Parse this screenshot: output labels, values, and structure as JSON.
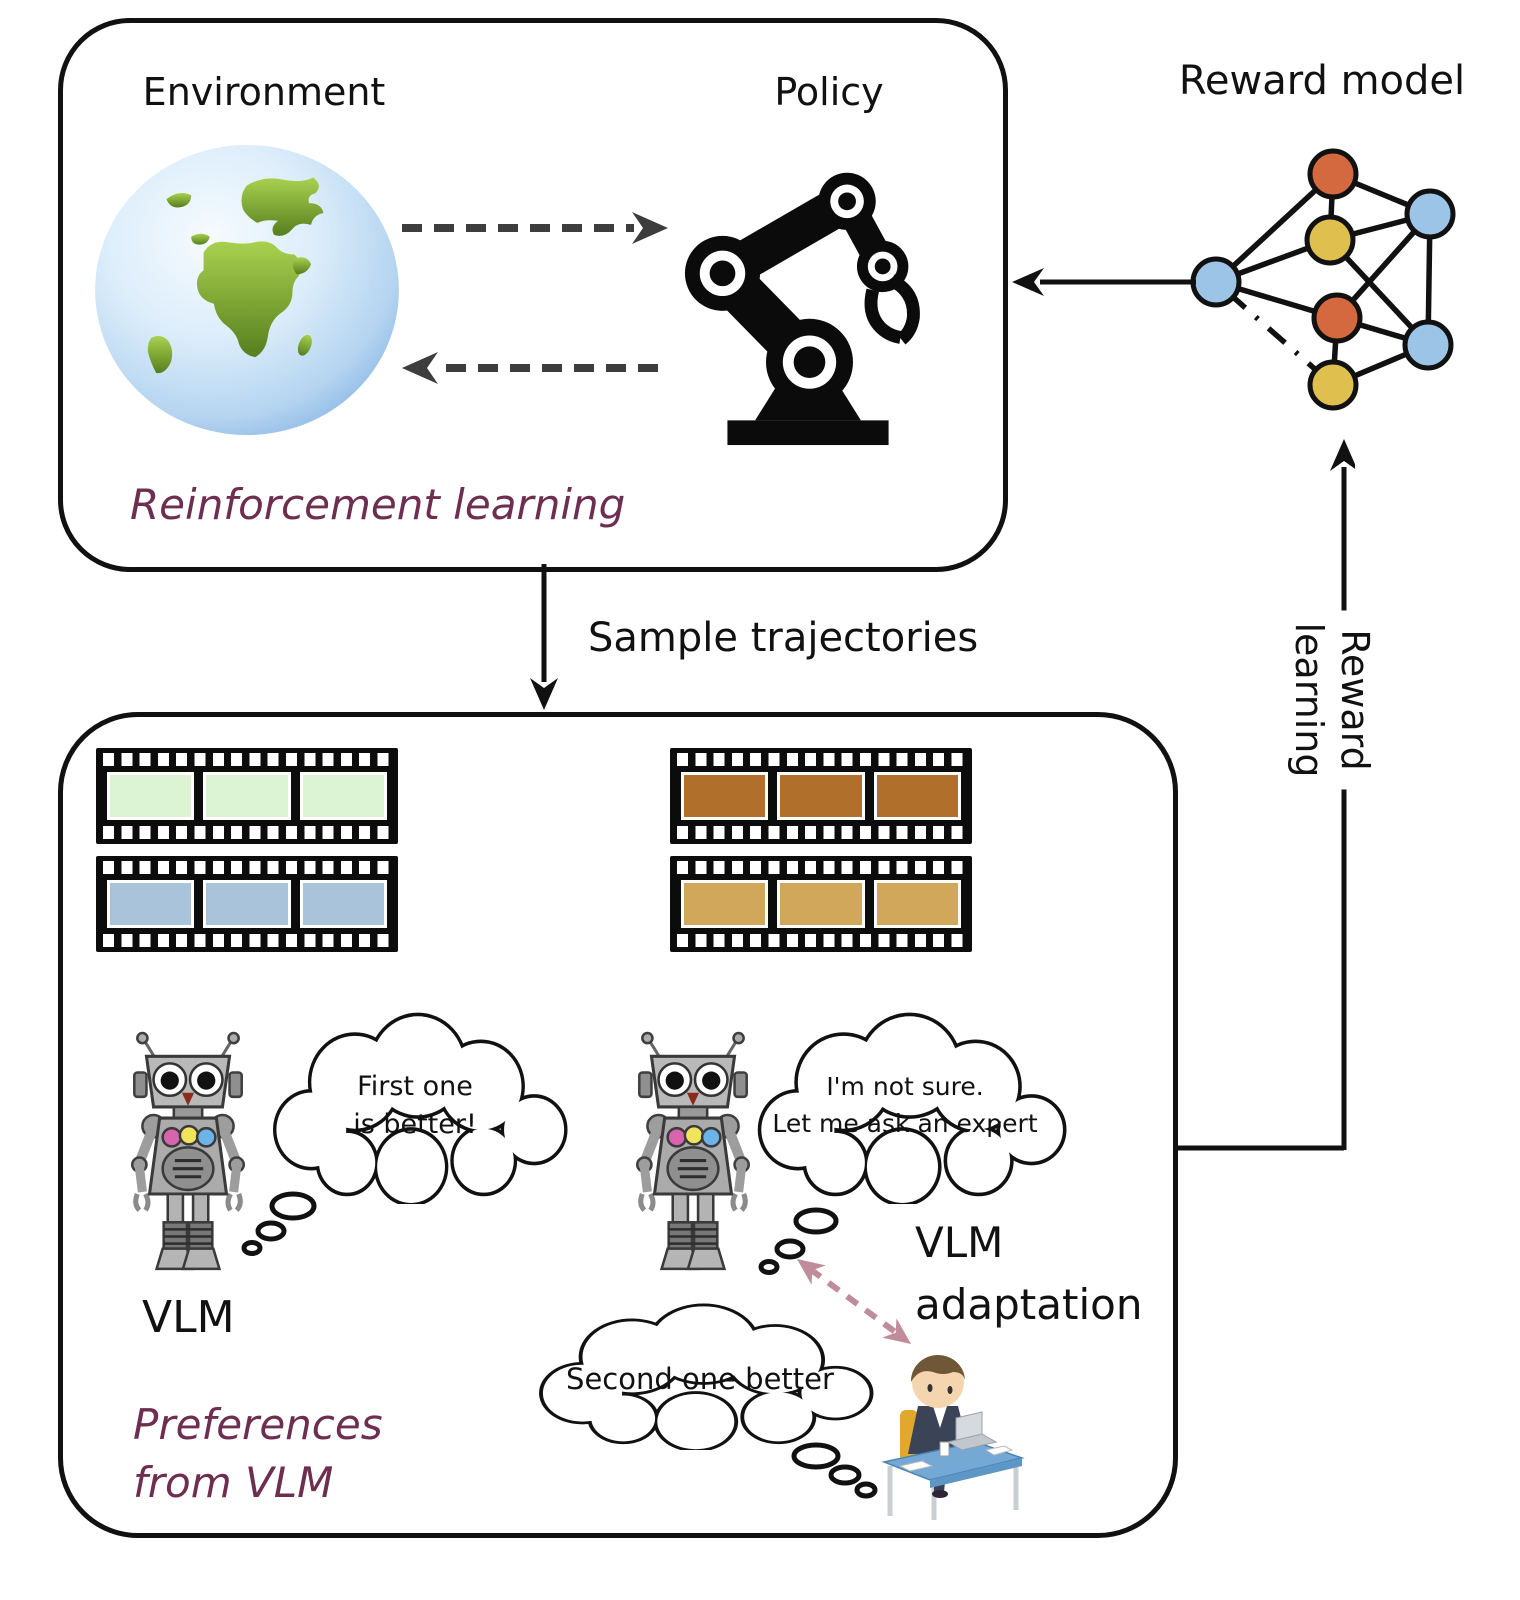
{
  "rl_box": {
    "environment": "Environment",
    "policy": "Policy",
    "caption": "Reinforcement learning"
  },
  "reward_model": {
    "title": "Reward model",
    "node_colors": {
      "orange": "#d4693f",
      "yellow": "#dfc04f",
      "blue": "#9cc4e6"
    }
  },
  "flow": {
    "sample_trajectories": "Sample trajectories",
    "reward_learning": [
      "Reward",
      "learning"
    ]
  },
  "preference_box": {
    "vlm_label": "VLM",
    "left_bubble": [
      "First one",
      "is better!"
    ],
    "right_bubble": [
      "I'm not sure.",
      "Let me ask an expert"
    ],
    "bottom_bubble": "Second one better",
    "vlm_adaptation": [
      "VLM",
      "adaptation"
    ],
    "caption": [
      "Preferences",
      "from VLM"
    ]
  },
  "trajectories": {
    "colors": {
      "green": "#dcf4d4",
      "blue": "#a9c3da",
      "brown": "#b06f2b",
      "tan": "#d1a75b"
    }
  },
  "colors": {
    "maroon": "#6d2e4f",
    "pink": "#c08b9b",
    "arrow_gray": "#3d3d3d",
    "ink": "#111111"
  }
}
